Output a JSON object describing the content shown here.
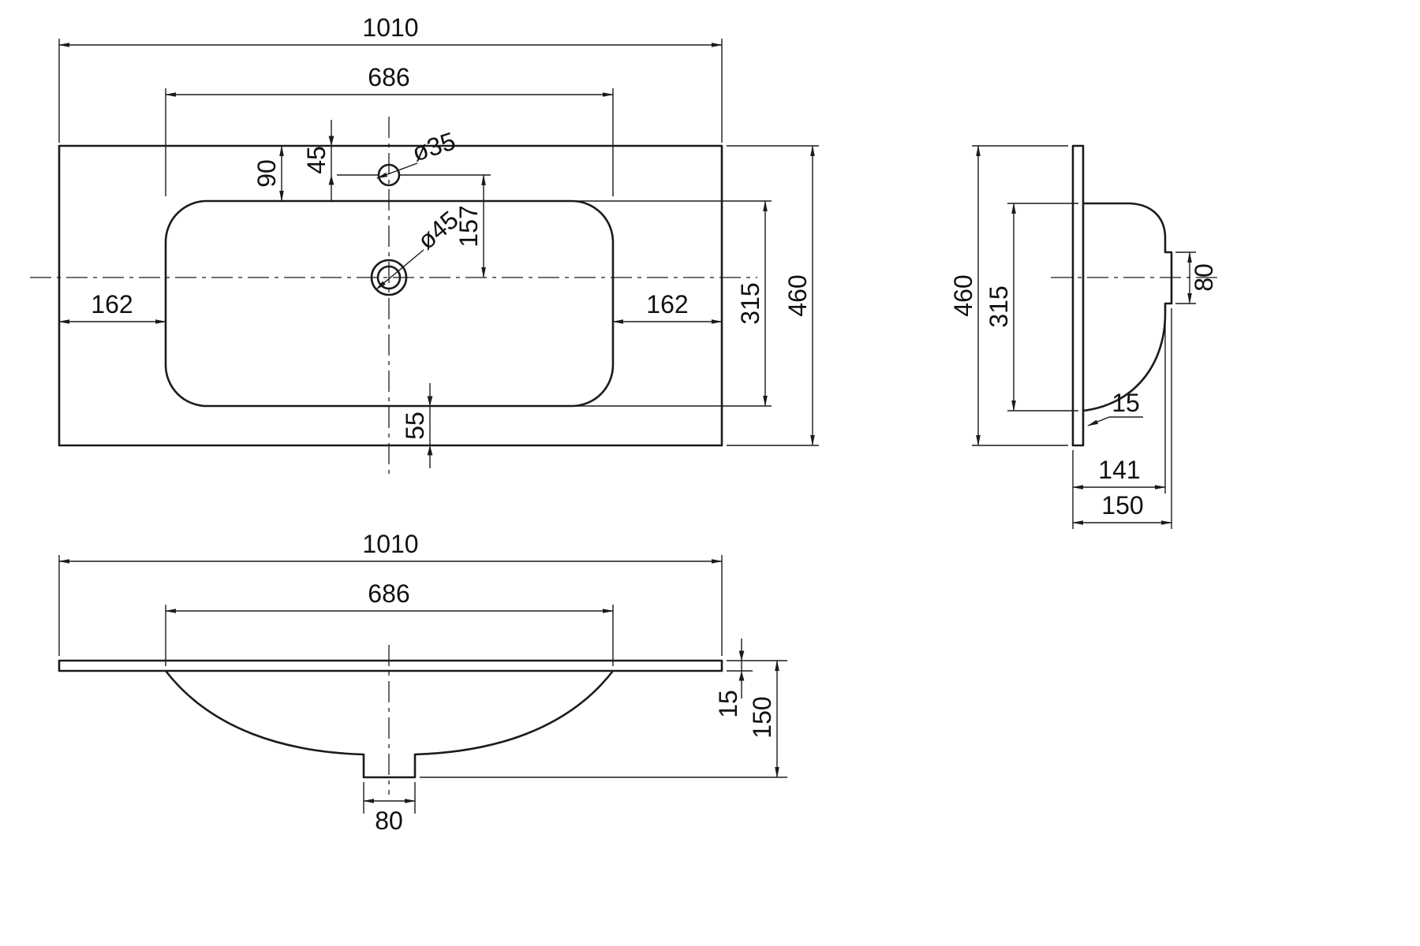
{
  "plan": {
    "width_total": "1010",
    "basin_width": "686",
    "top_offset": "90",
    "faucet_offset": "45",
    "faucet_hole_dia": "ø35",
    "drain_hole_dia": "ø45",
    "faucet_to_drain": "157",
    "left_offset": "162",
    "right_offset": "162",
    "basin_depth": "315",
    "total_depth": "460",
    "bottom_offset": "55"
  },
  "side": {
    "total_height": "460",
    "basin_height": "315",
    "outlet_height": "80",
    "panel_thickness": "15",
    "basin_depth": "141",
    "total_depth": "150"
  },
  "front": {
    "width_total": "1010",
    "basin_width": "686",
    "rim_thickness": "15",
    "total_height": "150",
    "drain_width": "80"
  }
}
